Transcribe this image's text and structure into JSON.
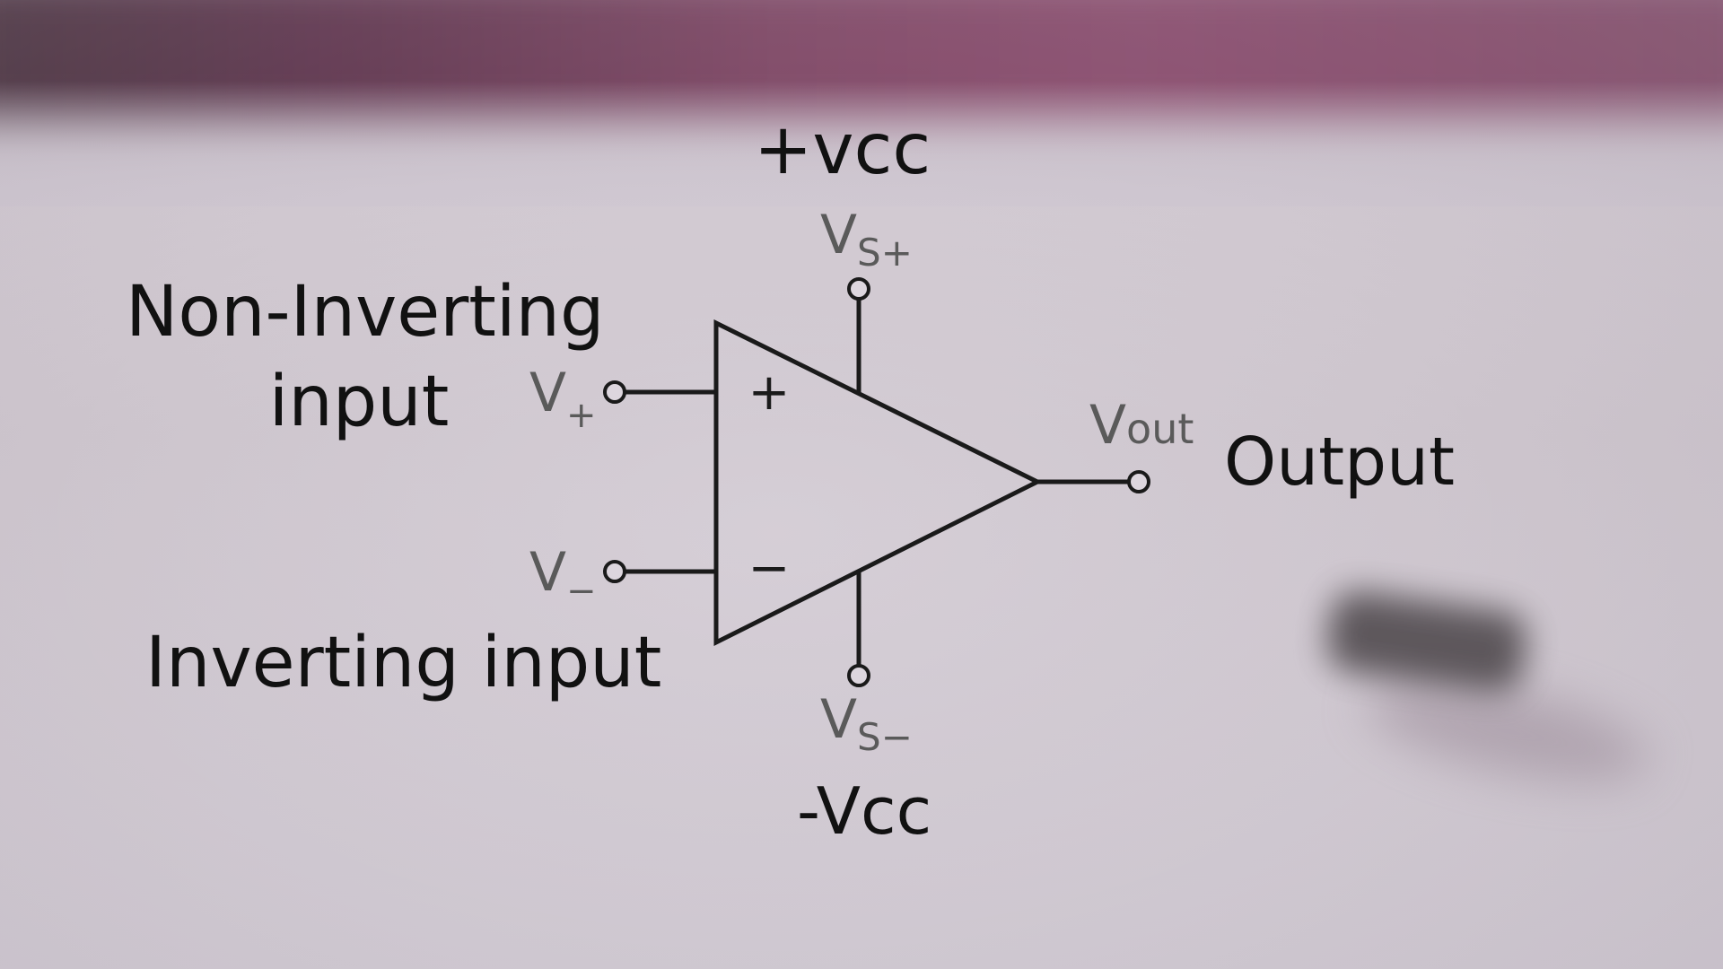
{
  "labels": {
    "vcc_plus": "+vcc",
    "vcc_minus": "-Vcc",
    "non_inverting_line1": "Non-Inverting",
    "non_inverting_line2": "input",
    "inverting": "Inverting input",
    "output": "Output"
  },
  "pins": {
    "v_plus_base": "V",
    "v_plus_sub": "+",
    "v_minus_base": "V",
    "v_minus_sub": "−",
    "vs_plus_base": "V",
    "vs_plus_sub": "S+",
    "vs_minus_base": "V",
    "vs_minus_sub": "S−",
    "vout_base": "V",
    "vout_sub": "out"
  },
  "symbols": {
    "plus_sign": "+",
    "minus_sign": "−"
  },
  "colors": {
    "line": "#1a1a1a",
    "pin_text": "#5a5a5a",
    "label_text": "#111111"
  }
}
